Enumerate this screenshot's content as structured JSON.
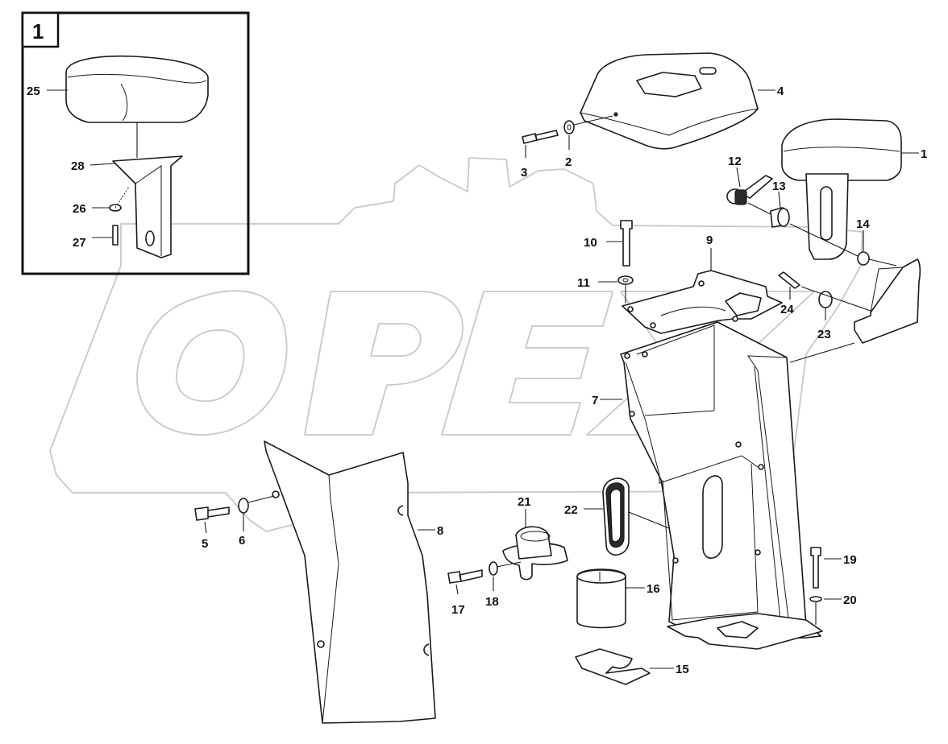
{
  "detail": {
    "number": "1"
  },
  "watermark": {
    "text": "OPEX"
  },
  "callouts": {
    "c1": "1",
    "c2": "2",
    "c3": "3",
    "c4": "4",
    "c5": "5",
    "c6": "6",
    "c7": "7",
    "c8": "8",
    "c9": "9",
    "c10": "10",
    "c11": "11",
    "c12": "12",
    "c13": "13",
    "c14": "14",
    "c15": "15",
    "c16": "16",
    "c17": "17",
    "c18": "18",
    "c19": "19",
    "c20": "20",
    "c21": "21",
    "c22": "22",
    "c23": "23",
    "c24": "24",
    "c25": "25",
    "c26": "26",
    "c27": "27",
    "c28": "28"
  }
}
